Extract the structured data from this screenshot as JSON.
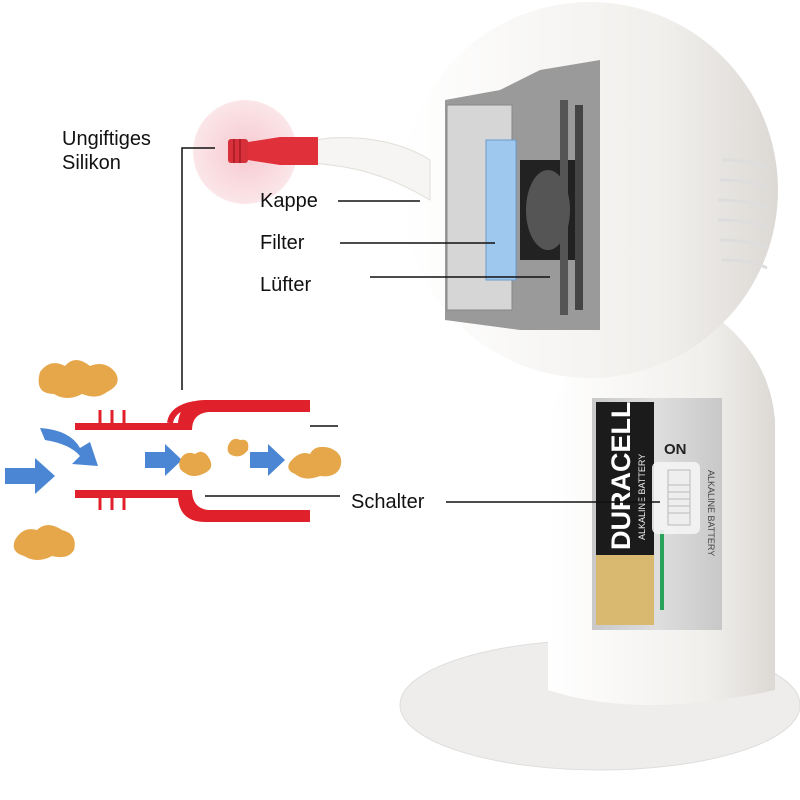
{
  "labels": {
    "silicone_line1": "Ungiftiges",
    "silicone_line2": "Silikon",
    "cap": "Kappe",
    "filter": "Filter",
    "fan": "Lüfter",
    "switch": "Schalter"
  },
  "battery": {
    "brand": "DURACELL",
    "type": "ALKALINE BATTERY",
    "switch_state": "ON"
  },
  "colors": {
    "nozzle_red": "#e0303a",
    "tube_red": "#e0202a",
    "arrow_blue": "#4a86d4",
    "debris_orange": "#e6a74a",
    "body_white": "#f4f3f1"
  }
}
